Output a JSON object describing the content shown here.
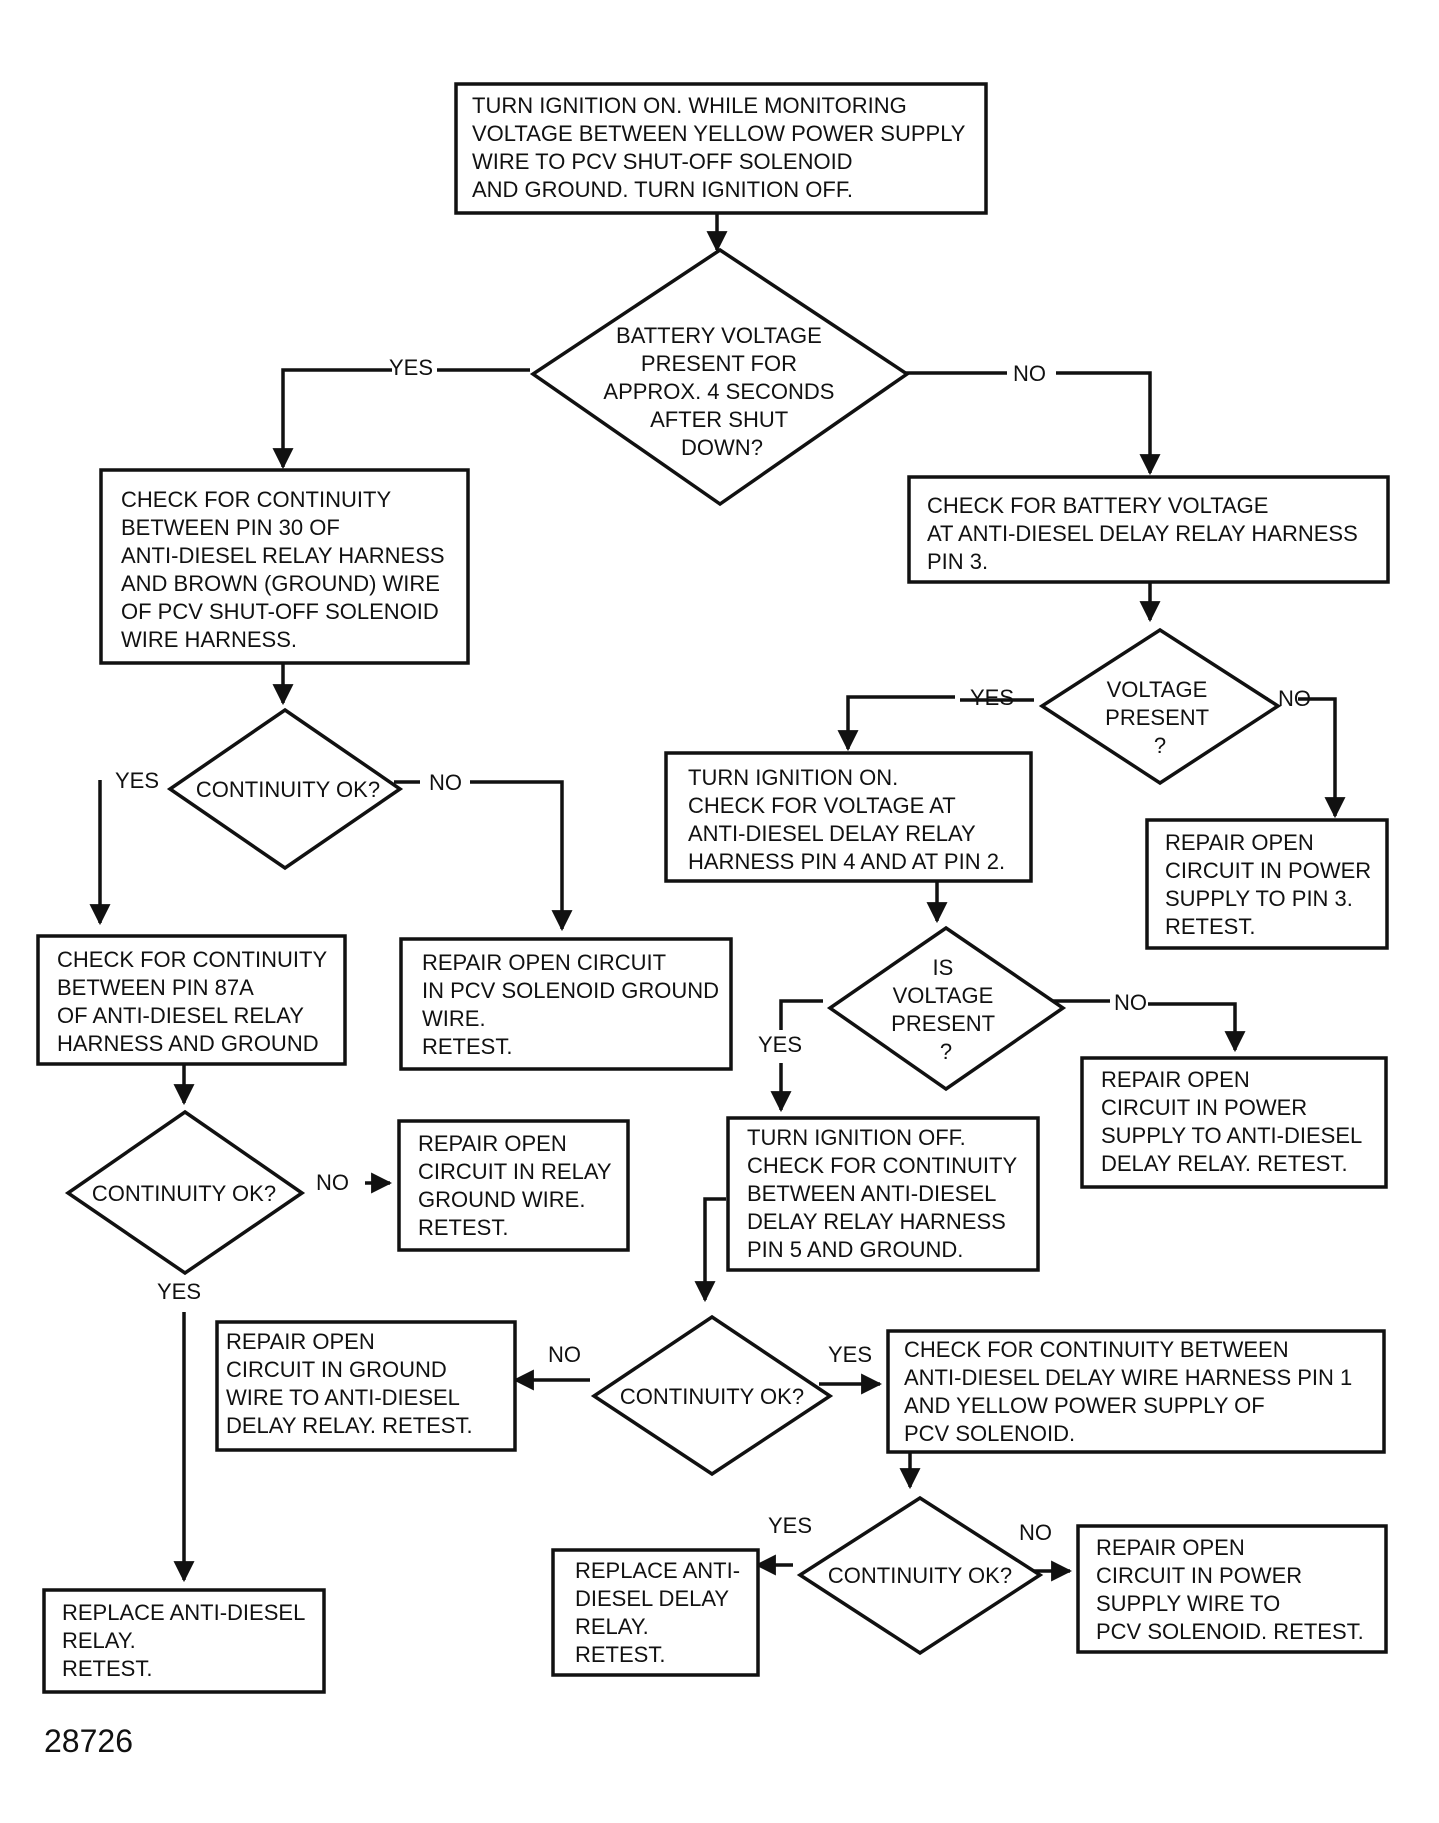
{
  "figure_number": "28726",
  "labels": {
    "yes": "YES",
    "no": "NO"
  },
  "boxes": {
    "start": [
      "TURN IGNITION ON. WHILE MONITORING",
      "VOLTAGE BETWEEN YELLOW POWER SUPPLY",
      "WIRE TO PCV SHUT-OFF SOLENOID",
      "AND GROUND. TURN IGNITION OFF."
    ],
    "check_pin30": [
      "CHECK FOR CONTINUITY",
      "BETWEEN PIN 30 OF",
      "ANTI-DIESEL RELAY HARNESS",
      "AND BROWN (GROUND) WIRE",
      "OF PCV SHUT-OFF SOLENOID",
      "WIRE HARNESS."
    ],
    "check_pin3": [
      "CHECK FOR BATTERY VOLTAGE",
      "AT ANTI-DIESEL DELAY RELAY HARNESS",
      "PIN 3."
    ],
    "check_pin4_pin2": [
      "TURN IGNITION ON.",
      "CHECK FOR VOLTAGE AT",
      "ANTI-DIESEL DELAY RELAY",
      "HARNESS PIN 4 AND AT PIN 2."
    ],
    "repair_pin3": [
      "REPAIR OPEN",
      "CIRCUIT IN POWER",
      "SUPPLY TO PIN 3.",
      "RETEST."
    ],
    "check_pin87a": [
      "CHECK FOR CONTINUITY",
      "BETWEEN PIN 87A",
      "OF ANTI-DIESEL RELAY",
      "HARNESS AND GROUND"
    ],
    "repair_pcv_ground": [
      "REPAIR OPEN CIRCUIT",
      "IN PCV SOLENOID GROUND",
      "WIRE.",
      "RETEST."
    ],
    "repair_relay_supply": [
      "REPAIR OPEN",
      "CIRCUIT IN POWER",
      "SUPPLY TO ANTI-DIESEL",
      "DELAY RELAY. RETEST."
    ],
    "repair_relay_ground": [
      "REPAIR OPEN",
      "CIRCUIT IN RELAY",
      "GROUND WIRE.",
      "RETEST."
    ],
    "check_pin5": [
      "TURN IGNITION OFF.",
      "CHECK FOR CONTINUITY",
      "BETWEEN ANTI-DIESEL",
      "DELAY RELAY HARNESS",
      "PIN 5 AND GROUND."
    ],
    "repair_ground_delay": [
      "REPAIR OPEN",
      "CIRCUIT IN GROUND",
      "WIRE TO ANTI-DIESEL",
      "DELAY RELAY. RETEST."
    ],
    "check_pin1": [
      "CHECK FOR CONTINUITY BETWEEN",
      "ANTI-DIESEL DELAY WIRE HARNESS PIN 1",
      "AND YELLOW POWER SUPPLY OF",
      "PCV SOLENOID."
    ],
    "replace_relay_left": [
      "REPLACE ANTI-DIESEL",
      "RELAY.",
      "RETEST."
    ],
    "replace_delay_relay": [
      "REPLACE ANTI-",
      "DIESEL DELAY",
      "RELAY.",
      "RETEST."
    ],
    "repair_pcv_supply": [
      "REPAIR OPEN",
      "CIRCUIT IN POWER",
      "SUPPLY WIRE TO",
      "PCV SOLENOID. RETEST."
    ]
  },
  "decisions": {
    "battery_voltage": [
      "BATTERY VOLTAGE",
      "PRESENT FOR",
      "APPROX. 4 SECONDS",
      "AFTER SHUT",
      "DOWN?"
    ],
    "voltage_present": [
      "VOLTAGE",
      "PRESENT",
      "?"
    ],
    "continuity_1": [
      "CONTINUITY OK?"
    ],
    "is_voltage_present": [
      "IS",
      "VOLTAGE",
      "PRESENT",
      "?"
    ],
    "continuity_2": [
      "CONTINUITY OK?"
    ],
    "continuity_3": [
      "CONTINUITY OK?"
    ],
    "continuity_4": [
      "CONTINUITY OK?"
    ]
  }
}
